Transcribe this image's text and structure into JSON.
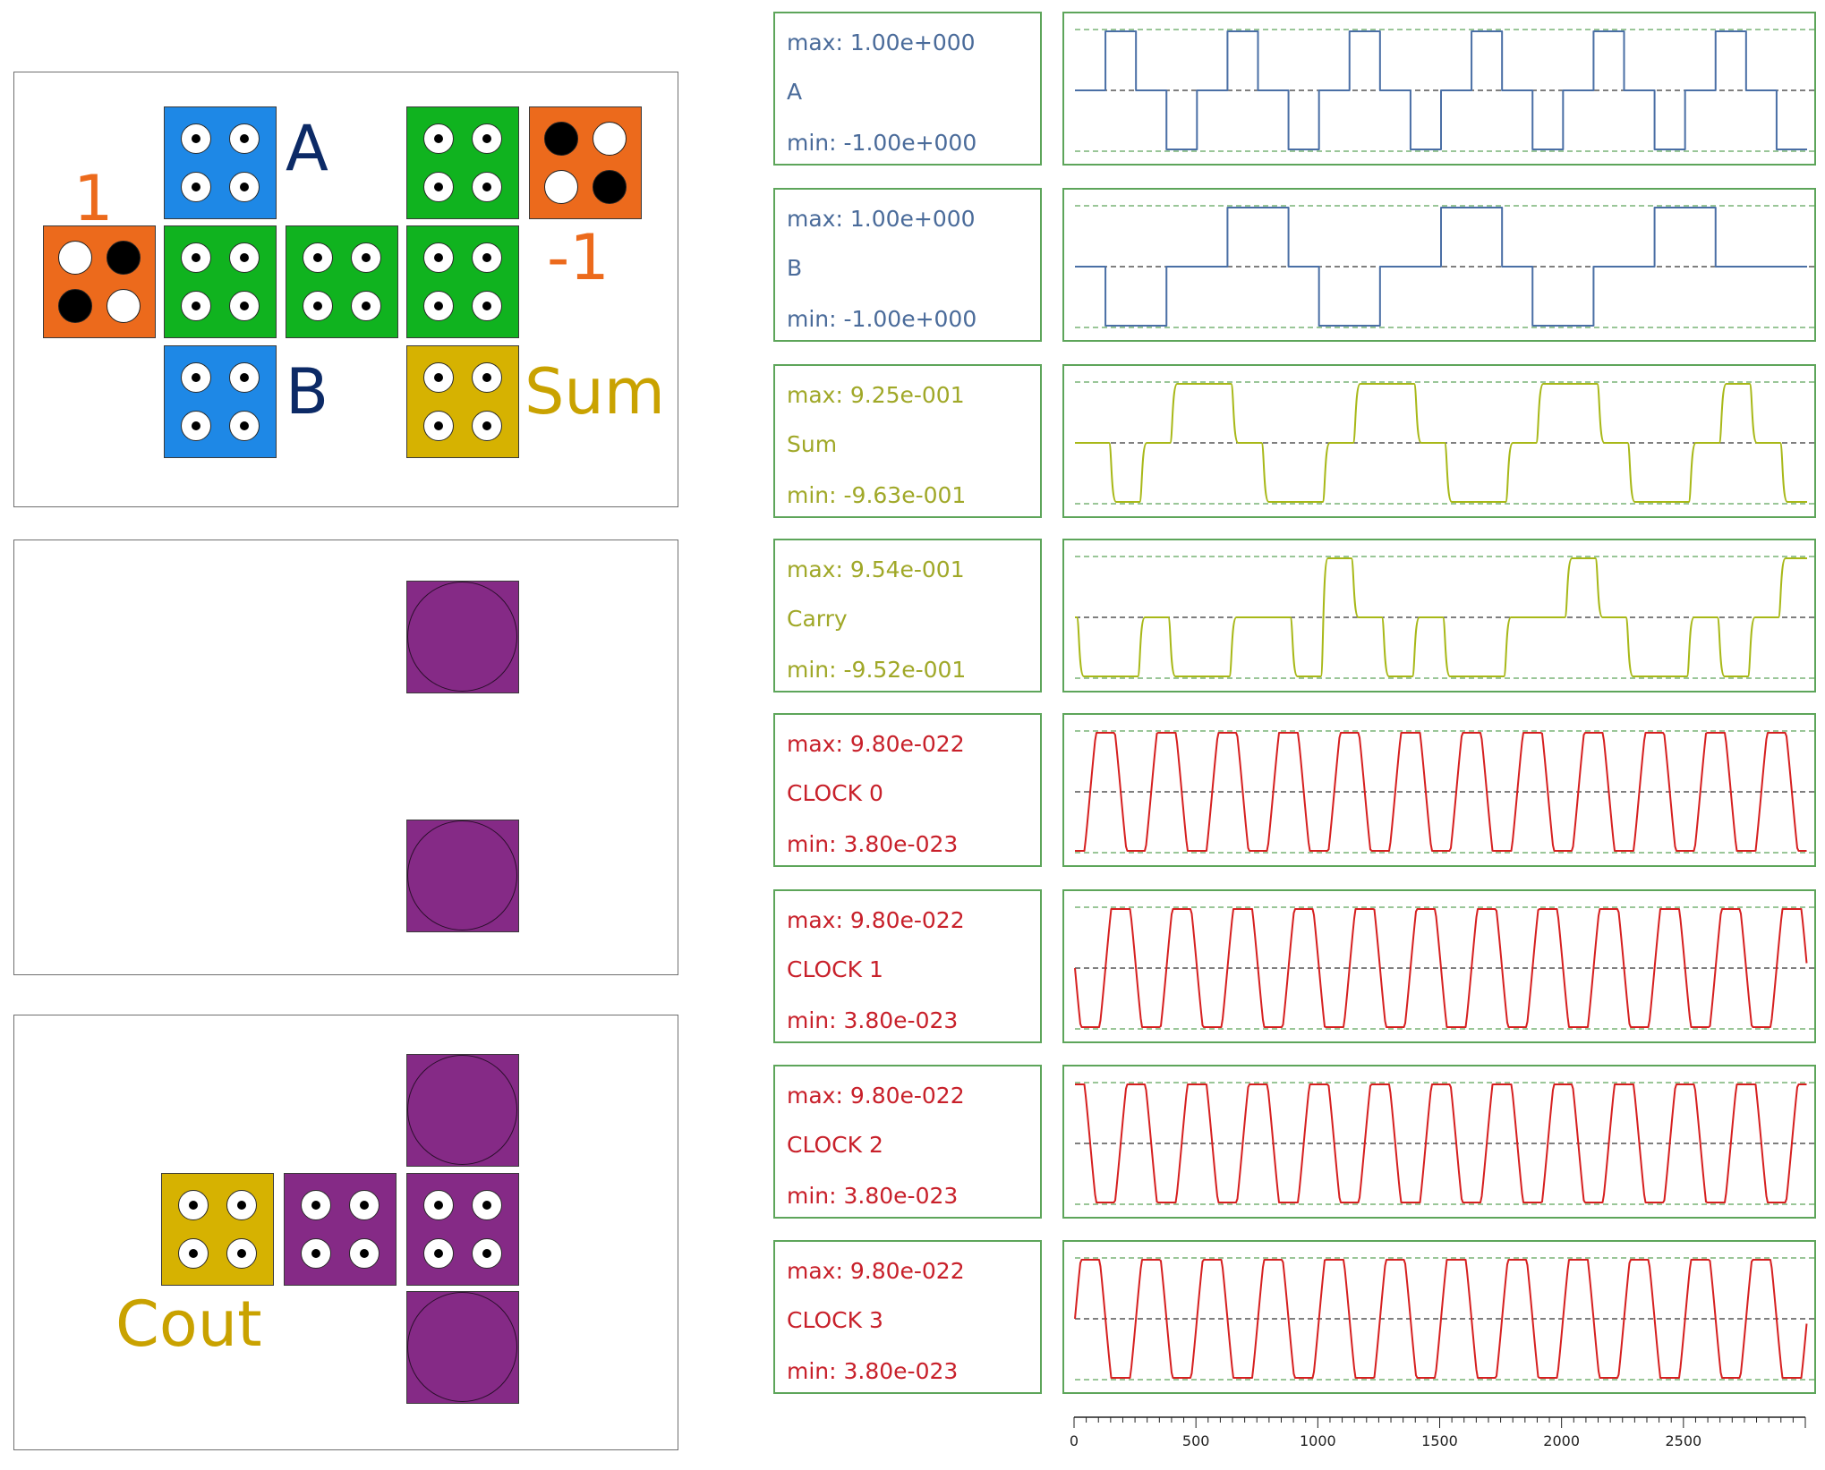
{
  "layout_panels": {
    "top": {
      "labels": {
        "one": "1",
        "minus_one": "-1",
        "a": "A",
        "b": "B",
        "sum": "Sum"
      }
    },
    "bottom": {
      "labels": {
        "cout": "Cout"
      }
    }
  },
  "colors": {
    "input_cell": "#1e88e6",
    "majority_cell": "#10b31f",
    "fixed_cell": "#ec6a1c",
    "output_cell": "#d6b201",
    "carry_cell": "#852a86",
    "trace_input": "#4a6fa5",
    "trace_output": "#a8b818",
    "trace_clock": "#d62020",
    "plot_frame": "#5da55a"
  },
  "waveforms": [
    {
      "name": "A",
      "max": "max: 1.00e+000",
      "min": "min: -1.00e+000",
      "text_color": "#4a6b9a"
    },
    {
      "name": "B",
      "max": "max: 1.00e+000",
      "min": "min: -1.00e+000",
      "text_color": "#4a6b9a"
    },
    {
      "name": "Sum",
      "max": "max: 9.25e-001",
      "min": "min: -9.63e-001",
      "text_color": "#a0a828"
    },
    {
      "name": "Carry",
      "max": "max: 9.54e-001",
      "min": "min: -9.52e-001",
      "text_color": "#a0a828"
    },
    {
      "name": "CLOCK 0",
      "max": "max: 9.80e-022",
      "min": "min: 3.80e-023",
      "text_color": "#c8202a"
    },
    {
      "name": "CLOCK 1",
      "max": "max: 9.80e-022",
      "min": "min: 3.80e-023",
      "text_color": "#c8202a"
    },
    {
      "name": "CLOCK 2",
      "max": "max: 9.80e-022",
      "min": "min: 3.80e-023",
      "text_color": "#c8202a"
    },
    {
      "name": "CLOCK 3",
      "max": "max: 9.80e-022",
      "min": "min: 3.80e-023",
      "text_color": "#c8202a"
    }
  ],
  "time_axis": {
    "ticks": [
      {
        "value": 0,
        "label": "0"
      },
      {
        "value": 500,
        "label": "500"
      },
      {
        "value": 1000,
        "label": "1000"
      },
      {
        "value": 1500,
        "label": "1500"
      },
      {
        "value": 2000,
        "label": "2000"
      },
      {
        "value": 2500,
        "label": "2500"
      }
    ],
    "range": [
      0,
      3000
    ]
  }
}
